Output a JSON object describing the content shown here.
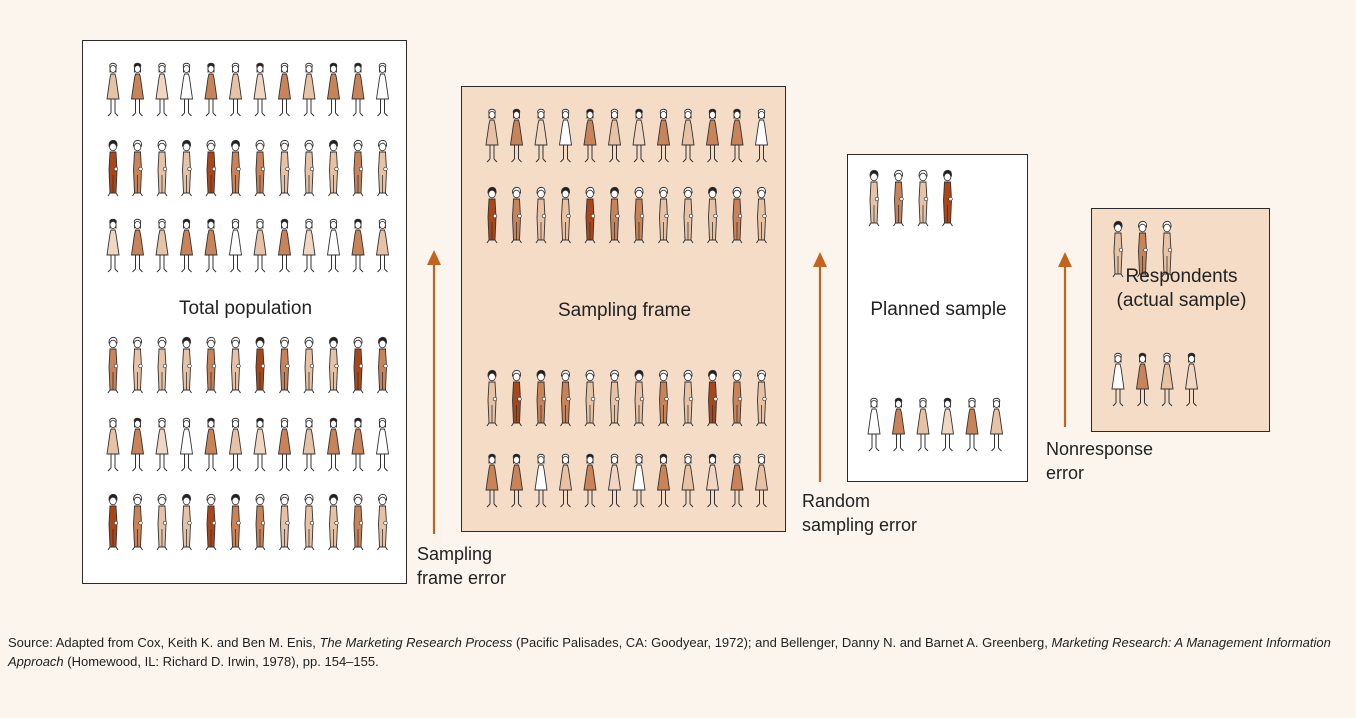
{
  "panels": [
    {
      "id": "total",
      "label": "Total population",
      "rows": [
        [
          "F",
          12
        ],
        [
          "M",
          12
        ],
        [
          "F",
          12
        ],
        [
          "M",
          12
        ],
        [
          "F",
          12
        ],
        [
          "M",
          12
        ]
      ]
    },
    {
      "id": "frame",
      "label": "Sampling frame",
      "rows": [
        [
          "F",
          12
        ],
        [
          "M",
          12
        ],
        [
          "M",
          12
        ],
        [
          "F",
          12
        ]
      ]
    },
    {
      "id": "planned",
      "label": "Planned sample",
      "rows": [
        [
          "M",
          4
        ],
        [
          "F",
          6
        ]
      ]
    },
    {
      "id": "respondents",
      "label": "Respondents\n(actual sample)",
      "rows": [
        [
          "M",
          3
        ],
        [
          "F",
          4
        ]
      ]
    }
  ],
  "errors": {
    "sampling_frame": "Sampling\nframe error",
    "random_sampling": "Random\nsampling error",
    "nonresponse": "Nonresponse\nerror"
  },
  "source": {
    "p1": "Source: Adapted from Cox, Keith K. and Ben M. Enis, ",
    "i1": "The Marketing Research Process",
    "p2": " (Pacific Palisades, CA: Goodyear, 1972); and Bellenger, Danny N. and Barnet A. Greenberg, ",
    "i2": "Marketing Research: A Management Information Approach",
    "p3": " (Homewood, IL: Richard D. Irwin, 1978), pp. 154–155."
  },
  "colors": {
    "arrow": "#c2631f",
    "panel_tan": "#f4dcc6",
    "background": "#fcf5ee",
    "hair_dark": "#1f1f1f",
    "hair_light": "#ffffff"
  },
  "palettes": {
    "female_body": [
      "#e8c2a4",
      "#c98358",
      "#f1d7c2",
      "#ffffff",
      "#c98358",
      "#e8c2a4",
      "#f1d7c2",
      "#c98358",
      "#e8c2a4",
      "#c98358",
      "#c98358",
      "#ffffff"
    ],
    "female_hair": [
      "light",
      "dark",
      "light",
      "light",
      "dark",
      "light",
      "dark",
      "light",
      "light",
      "dark",
      "dark",
      "light"
    ],
    "male_body": [
      "#e8c2a4",
      "#c98358",
      "#e8c2a4",
      "#a9461a",
      "#c98358",
      "#e8c2a4",
      "#e8c2a4",
      "#a9461a",
      "#c98358",
      "#c98358",
      "#e8c2a4",
      "#e8c2a4"
    ],
    "male_hair": [
      "dark",
      "light",
      "light",
      "dark",
      "light",
      "light",
      "dark",
      "light",
      "dark",
      "light",
      "light",
      "light"
    ]
  }
}
